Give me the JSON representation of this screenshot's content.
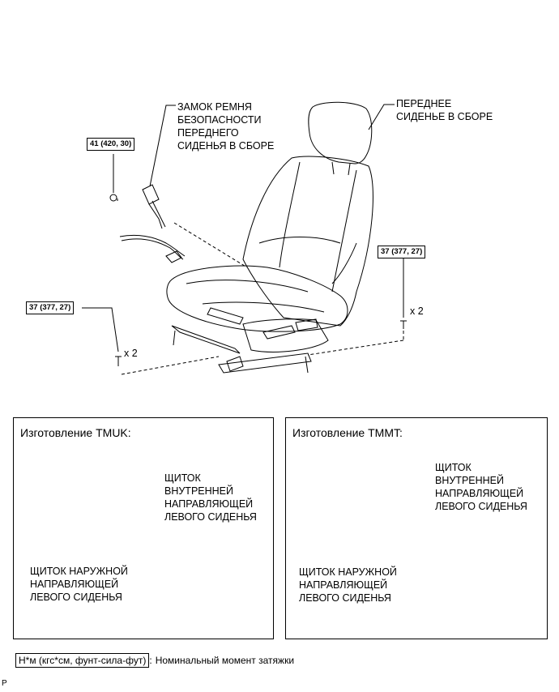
{
  "main": {
    "belt_label": "ЗАМОК РЕМНЯ\nБЕЗОПАСНОСТИ\nПЕРЕДНЕГО\nСИДЕНЬЯ В СБОРЕ",
    "seat_label": "ПЕРЕДНЕЕ\nСИДЕНЬЕ В СБОРЕ",
    "torque_belt": "41 (420, 30)",
    "torque_left": "37 (377, 27)",
    "torque_right": "37 (377, 27)",
    "qty_left": "x 2",
    "qty_right": "x 2"
  },
  "panels": {
    "tmuk": {
      "title": "Изготовление TMUK:",
      "inner_label": "ЩИТОК\nВНУТРЕННЕЙ\nНАПРАВЛЯЮЩЕЙ\nЛЕВОГО СИДЕНЬЯ",
      "outer_label": "ЩИТОК НАРУЖНОЙ\nНАПРАВЛЯЮЩЕЙ\nЛЕВОГО СИДЕНЬЯ"
    },
    "tmmt": {
      "title": "Изготовление TMMT:",
      "inner_label": "ЩИТОК\nВНУТРЕННЕЙ\nНАПРАВЛЯЮЩЕЙ\nЛЕВОГО СИДЕНЬЯ",
      "outer_label": "ЩИТОК НАРУЖНОЙ\nНАПРАВЛЯЮЩЕЙ\nЛЕВОГО СИДЕНЬЯ"
    }
  },
  "legend": {
    "unit": "Н*м (кгс*см, фунт-сила-фут)",
    "separator": ":",
    "description": "Номинальный момент затяжки"
  },
  "footer": {
    "code": "P"
  }
}
